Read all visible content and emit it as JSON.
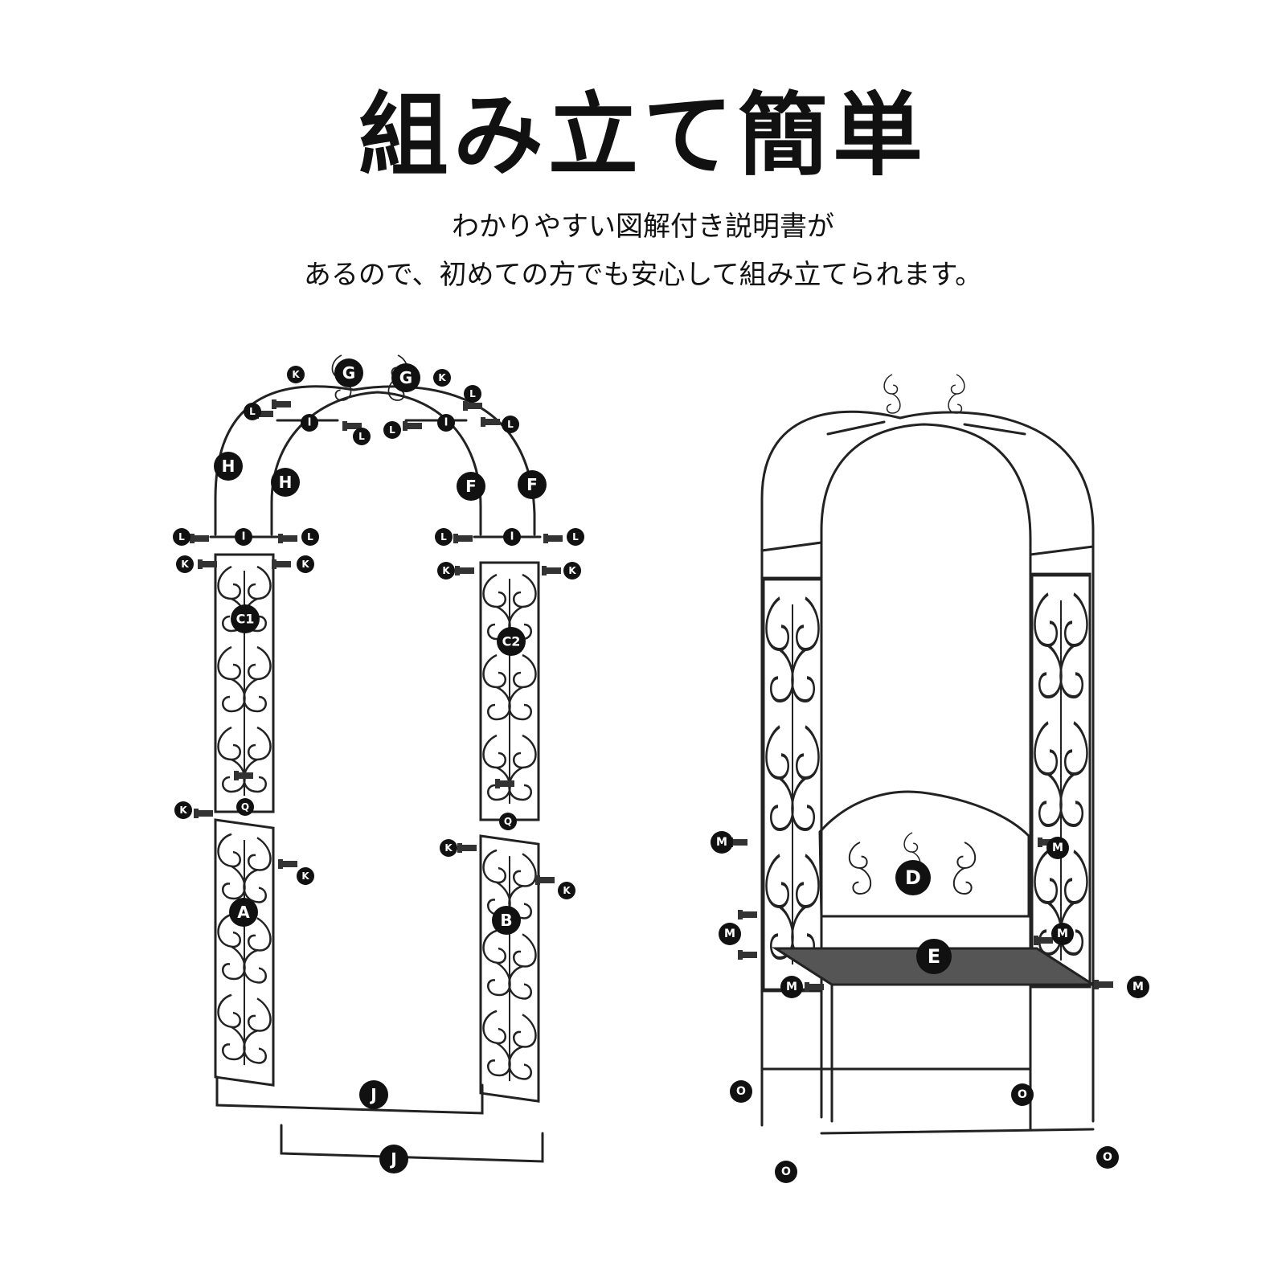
{
  "title": "組み立て簡単",
  "subtitle_line1": "わかりやすい図解付き説明書が",
  "subtitle_line2": "あるので、初めての方でも安心して組み立てられます。",
  "part_labels": {
    "A": "A",
    "B": "B",
    "C1": "C1",
    "C2": "C2",
    "D": "D",
    "E": "E",
    "F": "F",
    "G": "G",
    "H": "H",
    "I": "I",
    "J": "J",
    "K": "K",
    "L": "L",
    "M": "M",
    "O": "O",
    "Q": "Q"
  },
  "diagram": {
    "left": "exploded-view",
    "right": "assembled-view"
  }
}
